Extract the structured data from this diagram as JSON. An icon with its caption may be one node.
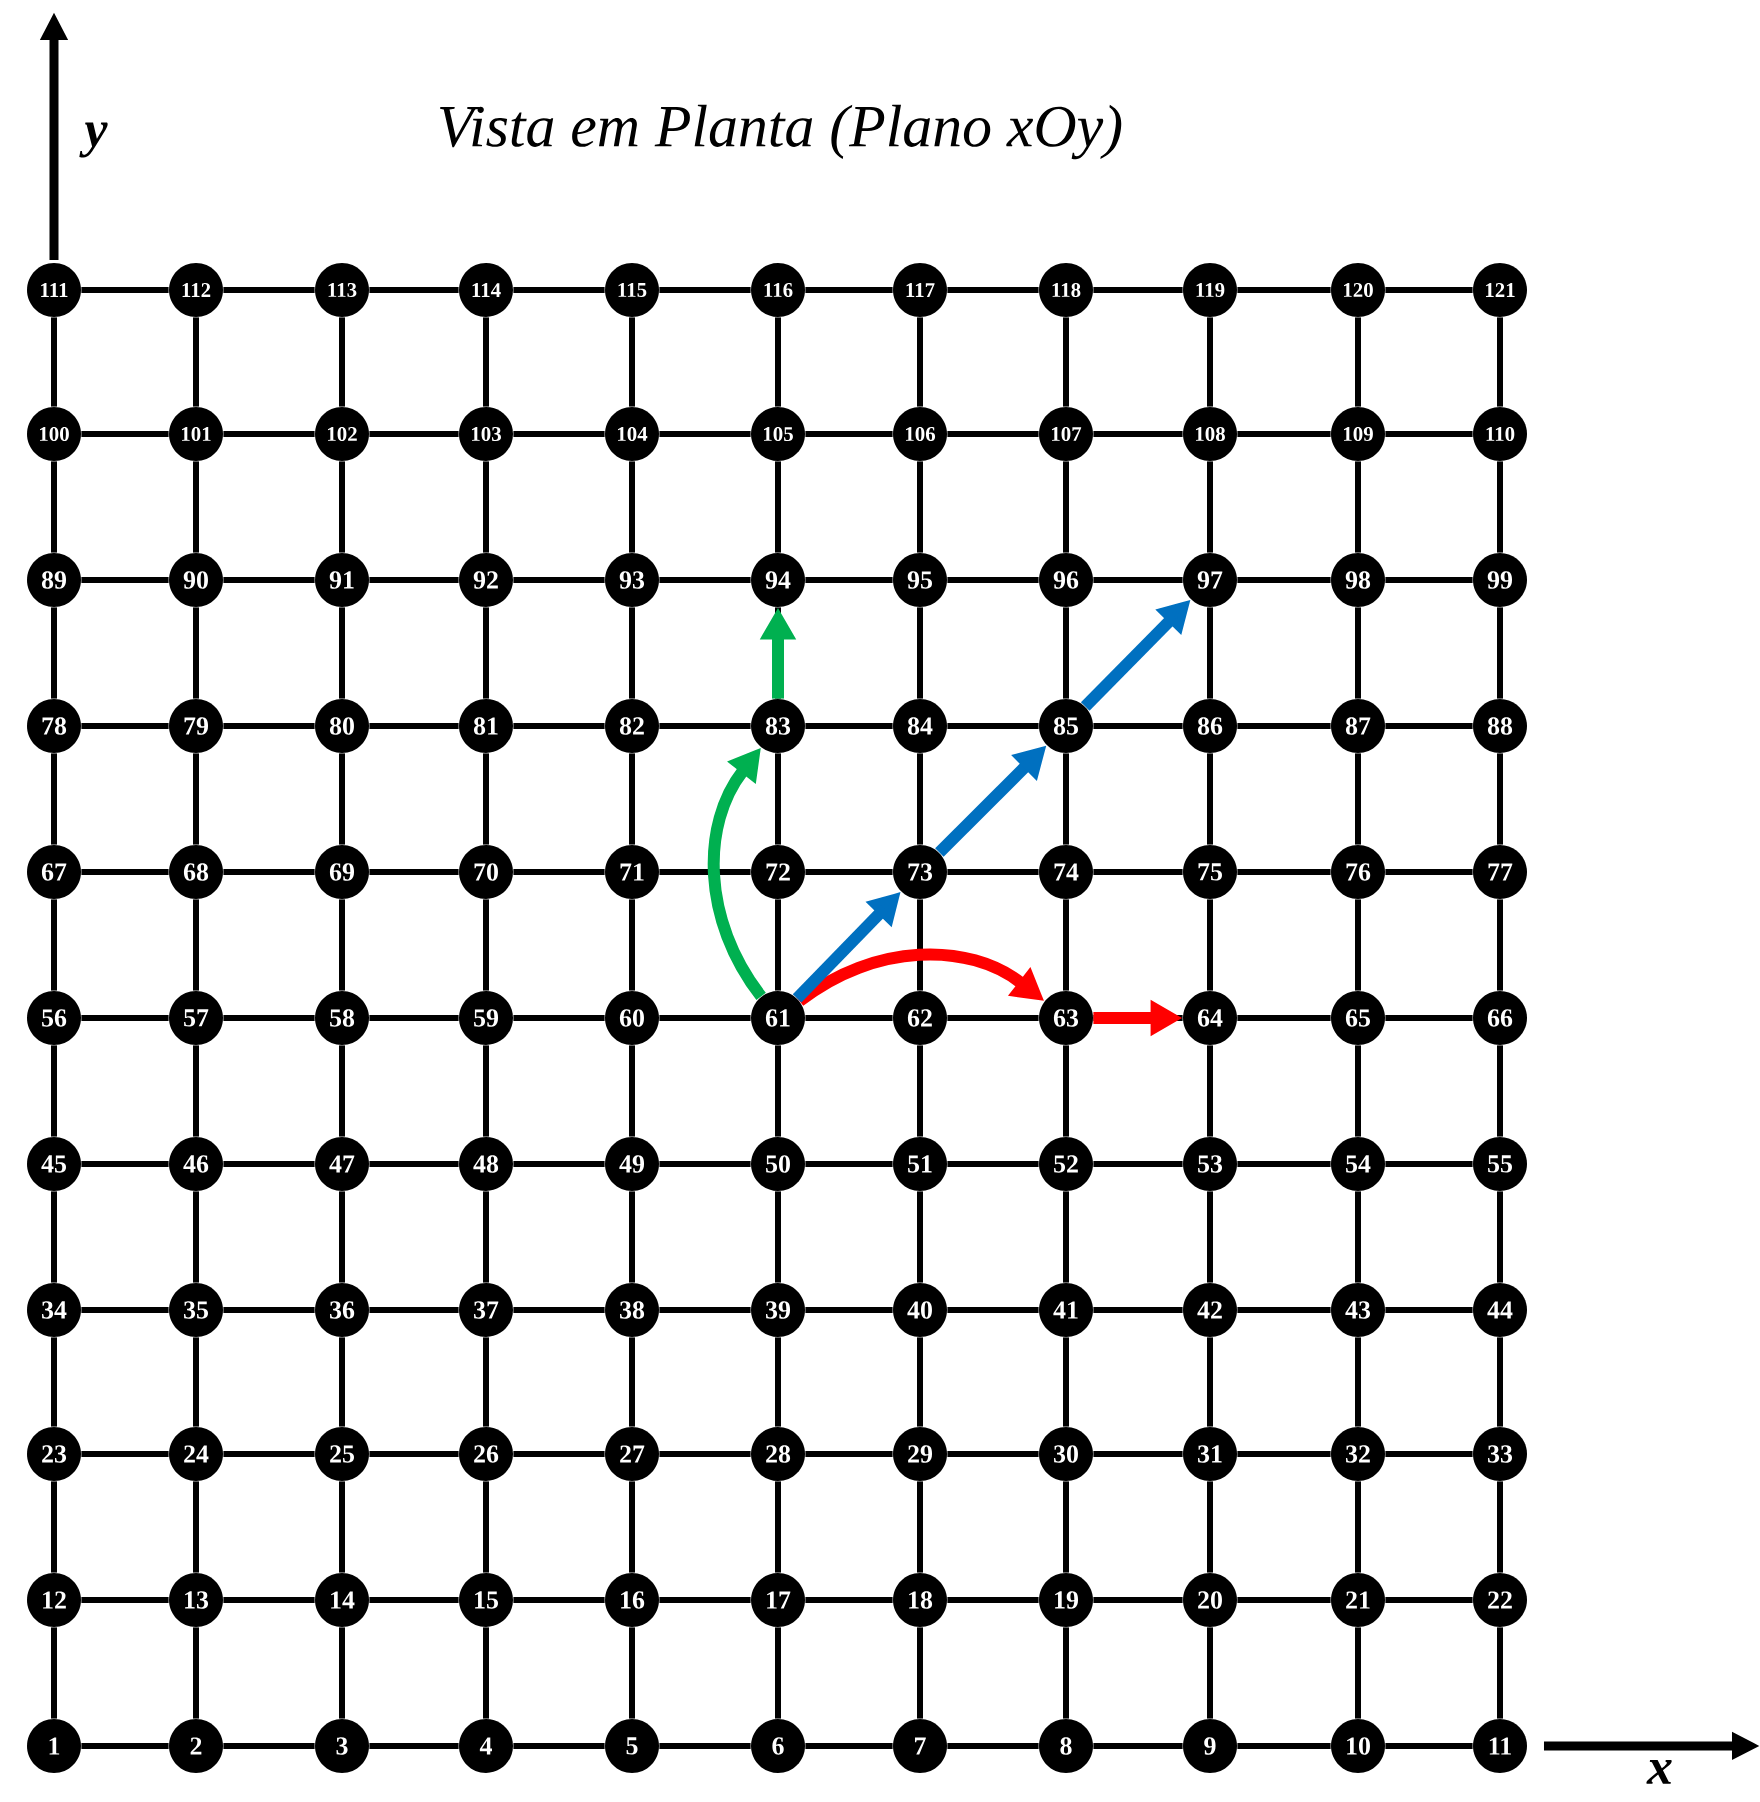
{
  "diagram": {
    "title": "Vista em Planta (Plano xOy)",
    "nodes": [
      {
        "text": [
          "1"
        ]
      },
      {
        "text": [
          "2"
        ]
      },
      {
        "text": [
          "3"
        ]
      },
      {
        "text": [
          "4"
        ]
      },
      {
        "text": [
          "5"
        ]
      },
      {
        "text": [
          "6"
        ]
      },
      {
        "text": [
          "7"
        ]
      },
      {
        "text": [
          "8"
        ]
      },
      {
        "text": [
          "9"
        ]
      },
      {
        "text": [
          "10"
        ]
      },
      {
        "text": [
          "11"
        ]
      },
      {
        "text": [
          "12"
        ]
      },
      {
        "text": [
          "13"
        ]
      },
      {
        "text": [
          "14"
        ]
      },
      {
        "text": [
          "15"
        ]
      },
      {
        "text": [
          "16"
        ]
      },
      {
        "text": [
          "17"
        ]
      },
      {
        "text": [
          "18"
        ]
      },
      {
        "text": [
          "19"
        ]
      },
      {
        "text": [
          "20"
        ]
      },
      {
        "text": [
          "21"
        ]
      },
      {
        "text": [
          "22"
        ]
      },
      {
        "text": [
          "23"
        ]
      },
      {
        "text": [
          "24"
        ]
      },
      {
        "text": [
          "25"
        ]
      },
      {
        "text": [
          "26"
        ]
      },
      {
        "text": [
          "27"
        ]
      },
      {
        "text": [
          "28"
        ]
      },
      {
        "text": [
          "29"
        ]
      },
      {
        "text": [
          "30"
        ]
      },
      {
        "text": [
          "31"
        ]
      },
      {
        "text": [
          "32"
        ]
      },
      {
        "text": [
          "33"
        ]
      },
      {
        "text": [
          "34"
        ]
      },
      {
        "text": [
          "35"
        ]
      },
      {
        "text": [
          "36"
        ]
      },
      {
        "text": [
          "37"
        ]
      },
      {
        "text": [
          "38"
        ]
      },
      {
        "text": [
          "39"
        ]
      },
      {
        "text": [
          "40"
        ]
      },
      {
        "text": [
          "41"
        ]
      },
      {
        "text": [
          "42"
        ]
      },
      {
        "text": [
          "43"
        ]
      },
      {
        "text": [
          "44"
        ]
      },
      {
        "text": [
          "45"
        ]
      },
      {
        "text": [
          "46"
        ]
      },
      {
        "text": [
          "47"
        ]
      },
      {
        "text": [
          "48"
        ]
      },
      {
        "text": [
          "49"
        ]
      },
      {
        "text": [
          "50"
        ]
      },
      {
        "text": [
          "51"
        ]
      },
      {
        "text": [
          "52"
        ]
      },
      {
        "text": [
          "53"
        ]
      },
      {
        "text": [
          "54"
        ]
      },
      {
        "text": [
          "55"
        ]
      },
      {
        "text": [
          "56"
        ]
      },
      {
        "text": [
          "57"
        ]
      },
      {
        "text": [
          "58"
        ]
      },
      {
        "text": [
          "59"
        ]
      },
      {
        "text": [
          "60"
        ]
      },
      {
        "text": [
          "61"
        ]
      },
      {
        "text": [
          "62"
        ]
      },
      {
        "text": [
          "63"
        ]
      },
      {
        "text": [
          "64"
        ]
      },
      {
        "text": [
          "65"
        ]
      },
      {
        "text": [
          "66"
        ]
      },
      {
        "text": [
          "67"
        ]
      },
      {
        "text": [
          "68"
        ]
      },
      {
        "text": [
          "69"
        ]
      },
      {
        "text": [
          "70"
        ]
      },
      {
        "text": [
          "71"
        ]
      },
      {
        "text": [
          "72"
        ]
      },
      {
        "text": [
          "73"
        ]
      },
      {
        "text": [
          "74"
        ]
      },
      {
        "text": [
          "75"
        ]
      },
      {
        "text": [
          "76"
        ]
      },
      {
        "text": [
          "77"
        ]
      },
      {
        "text": [
          "78"
        ]
      },
      {
        "text": [
          "79"
        ]
      },
      {
        "text": [
          "80"
        ]
      },
      {
        "text": [
          "81"
        ]
      },
      {
        "text": [
          "82"
        ]
      },
      {
        "text": [
          "83"
        ]
      },
      {
        "text": [
          "84"
        ]
      },
      {
        "text": [
          "85"
        ]
      },
      {
        "text": [
          "86"
        ]
      },
      {
        "text": [
          "87"
        ]
      },
      {
        "text": [
          "88"
        ]
      },
      {
        "text": [
          "89"
        ]
      },
      {
        "text": [
          "90"
        ]
      },
      {
        "text": [
          "91"
        ]
      },
      {
        "text": [
          "92"
        ]
      },
      {
        "text": [
          "93"
        ]
      },
      {
        "text": [
          "94"
        ]
      },
      {
        "text": [
          "95"
        ]
      },
      {
        "text": [
          "96"
        ]
      },
      {
        "text": [
          "97"
        ]
      },
      {
        "text": [
          "98"
        ]
      },
      {
        "text": [
          "99"
        ]
      },
      {
        "text": [
          "100"
        ]
      },
      {
        "text": [
          "101"
        ]
      },
      {
        "text": [
          "102"
        ]
      },
      {
        "text": [
          "103"
        ]
      },
      {
        "text": [
          "104"
        ]
      },
      {
        "text": [
          "105"
        ]
      },
      {
        "text": [
          "106"
        ]
      },
      {
        "text": [
          "107"
        ]
      },
      {
        "text": [
          "108"
        ]
      },
      {
        "text": [
          "109"
        ]
      },
      {
        "text": [
          "110"
        ]
      },
      {
        "text": [
          "111"
        ]
      },
      {
        "text": [
          "112"
        ]
      },
      {
        "text": [
          "113"
        ]
      },
      {
        "text": [
          "114"
        ]
      },
      {
        "text": [
          "115"
        ]
      },
      {
        "text": [
          "116"
        ]
      },
      {
        "text": [
          "117"
        ]
      },
      {
        "text": [
          "118"
        ]
      },
      {
        "text": [
          "119"
        ]
      },
      {
        "text": [
          "120"
        ]
      },
      {
        "text": [
          "121"
        ]
      }
    ],
    "edges": [
      {
        "from": 0,
        "to": 1,
        "arrow": "none"
      },
      {
        "from": 1,
        "to": 2,
        "arrow": "none"
      },
      {
        "from": 2,
        "to": 3,
        "arrow": "none"
      },
      {
        "from": 3,
        "to": 4,
        "arrow": "none"
      },
      {
        "from": 4,
        "to": 5,
        "arrow": "none"
      },
      {
        "from": 5,
        "to": 6,
        "arrow": "none"
      },
      {
        "from": 6,
        "to": 7,
        "arrow": "none"
      },
      {
        "from": 7,
        "to": 8,
        "arrow": "none"
      },
      {
        "from": 8,
        "to": 9,
        "arrow": "none"
      },
      {
        "from": 9,
        "to": 10,
        "arrow": "none"
      },
      {
        "from": 11,
        "to": 12,
        "arrow": "none"
      },
      {
        "from": 12,
        "to": 13,
        "arrow": "none"
      },
      {
        "from": 13,
        "to": 14,
        "arrow": "none"
      },
      {
        "from": 14,
        "to": 15,
        "arrow": "none"
      },
      {
        "from": 15,
        "to": 16,
        "arrow": "none"
      },
      {
        "from": 16,
        "to": 17,
        "arrow": "none"
      },
      {
        "from": 17,
        "to": 18,
        "arrow": "none"
      },
      {
        "from": 18,
        "to": 19,
        "arrow": "none"
      },
      {
        "from": 19,
        "to": 20,
        "arrow": "none"
      },
      {
        "from": 20,
        "to": 21,
        "arrow": "none"
      },
      {
        "from": 22,
        "to": 23,
        "arrow": "none"
      },
      {
        "from": 23,
        "to": 24,
        "arrow": "none"
      },
      {
        "from": 24,
        "to": 25,
        "arrow": "none"
      },
      {
        "from": 25,
        "to": 26,
        "arrow": "none"
      },
      {
        "from": 26,
        "to": 27,
        "arrow": "none"
      },
      {
        "from": 27,
        "to": 28,
        "arrow": "none"
      },
      {
        "from": 28,
        "to": 29,
        "arrow": "none"
      },
      {
        "from": 29,
        "to": 30,
        "arrow": "none"
      },
      {
        "from": 30,
        "to": 31,
        "arrow": "none"
      },
      {
        "from": 31,
        "to": 32,
        "arrow": "none"
      },
      {
        "from": 33,
        "to": 34,
        "arrow": "none"
      },
      {
        "from": 34,
        "to": 35,
        "arrow": "none"
      },
      {
        "from": 35,
        "to": 36,
        "arrow": "none"
      },
      {
        "from": 36,
        "to": 37,
        "arrow": "none"
      },
      {
        "from": 37,
        "to": 38,
        "arrow": "none"
      },
      {
        "from": 38,
        "to": 39,
        "arrow": "none"
      },
      {
        "from": 39,
        "to": 40,
        "arrow": "none"
      },
      {
        "from": 40,
        "to": 41,
        "arrow": "none"
      },
      {
        "from": 41,
        "to": 42,
        "arrow": "none"
      },
      {
        "from": 42,
        "to": 43,
        "arrow": "none"
      },
      {
        "from": 44,
        "to": 45,
        "arrow": "none"
      },
      {
        "from": 45,
        "to": 46,
        "arrow": "none"
      },
      {
        "from": 46,
        "to": 47,
        "arrow": "none"
      },
      {
        "from": 47,
        "to": 48,
        "arrow": "none"
      },
      {
        "from": 48,
        "to": 49,
        "arrow": "none"
      },
      {
        "from": 49,
        "to": 50,
        "arrow": "none"
      },
      {
        "from": 50,
        "to": 51,
        "arrow": "none"
      },
      {
        "from": 51,
        "to": 52,
        "arrow": "none"
      },
      {
        "from": 52,
        "to": 53,
        "arrow": "none"
      },
      {
        "from": 53,
        "to": 54,
        "arrow": "none"
      },
      {
        "from": 55,
        "to": 56,
        "arrow": "none"
      },
      {
        "from": 56,
        "to": 57,
        "arrow": "none"
      },
      {
        "from": 57,
        "to": 58,
        "arrow": "none"
      },
      {
        "from": 58,
        "to": 59,
        "arrow": "none"
      },
      {
        "from": 59,
        "to": 60,
        "arrow": "none"
      },
      {
        "from": 60,
        "to": 61,
        "arrow": "none"
      },
      {
        "from": 61,
        "to": 62,
        "arrow": "none"
      },
      {
        "from": 62,
        "to": 63,
        "arrow": "none"
      },
      {
        "from": 63,
        "to": 64,
        "arrow": "none"
      },
      {
        "from": 64,
        "to": 65,
        "arrow": "none"
      },
      {
        "from": 66,
        "to": 67,
        "arrow": "none"
      },
      {
        "from": 67,
        "to": 68,
        "arrow": "none"
      },
      {
        "from": 68,
        "to": 69,
        "arrow": "none"
      },
      {
        "from": 69,
        "to": 70,
        "arrow": "none"
      },
      {
        "from": 70,
        "to": 71,
        "arrow": "none"
      },
      {
        "from": 71,
        "to": 72,
        "arrow": "none"
      },
      {
        "from": 72,
        "to": 73,
        "arrow": "none"
      },
      {
        "from": 73,
        "to": 74,
        "arrow": "none"
      },
      {
        "from": 74,
        "to": 75,
        "arrow": "none"
      },
      {
        "from": 75,
        "to": 76,
        "arrow": "none"
      },
      {
        "from": 77,
        "to": 78,
        "arrow": "none"
      },
      {
        "from": 78,
        "to": 79,
        "arrow": "none"
      },
      {
        "from": 79,
        "to": 80,
        "arrow": "none"
      },
      {
        "from": 80,
        "to": 81,
        "arrow": "none"
      },
      {
        "from": 81,
        "to": 82,
        "arrow": "none"
      },
      {
        "from": 82,
        "to": 83,
        "arrow": "none"
      },
      {
        "from": 83,
        "to": 84,
        "arrow": "none"
      },
      {
        "from": 84,
        "to": 85,
        "arrow": "none"
      },
      {
        "from": 85,
        "to": 86,
        "arrow": "none"
      },
      {
        "from": 86,
        "to": 87,
        "arrow": "none"
      },
      {
        "from": 88,
        "to": 89,
        "arrow": "none"
      },
      {
        "from": 89,
        "to": 90,
        "arrow": "none"
      },
      {
        "from": 90,
        "to": 91,
        "arrow": "none"
      },
      {
        "from": 91,
        "to": 92,
        "arrow": "none"
      },
      {
        "from": 92,
        "to": 93,
        "arrow": "none"
      },
      {
        "from": 93,
        "to": 94,
        "arrow": "none"
      },
      {
        "from": 94,
        "to": 95,
        "arrow": "none"
      },
      {
        "from": 95,
        "to": 96,
        "arrow": "none"
      },
      {
        "from": 96,
        "to": 97,
        "arrow": "none"
      },
      {
        "from": 97,
        "to": 98,
        "arrow": "none"
      },
      {
        "from": 99,
        "to": 100,
        "arrow": "none"
      },
      {
        "from": 100,
        "to": 101,
        "arrow": "none"
      },
      {
        "from": 101,
        "to": 102,
        "arrow": "none"
      },
      {
        "from": 102,
        "to": 103,
        "arrow": "none"
      },
      {
        "from": 103,
        "to": 104,
        "arrow": "none"
      },
      {
        "from": 104,
        "to": 105,
        "arrow": "none"
      },
      {
        "from": 105,
        "to": 106,
        "arrow": "none"
      },
      {
        "from": 106,
        "to": 107,
        "arrow": "none"
      },
      {
        "from": 107,
        "to": 108,
        "arrow": "none"
      },
      {
        "from": 108,
        "to": 109,
        "arrow": "none"
      },
      {
        "from": 110,
        "to": 111,
        "arrow": "none"
      },
      {
        "from": 111,
        "to": 112,
        "arrow": "none"
      },
      {
        "from": 112,
        "to": 113,
        "arrow": "none"
      },
      {
        "from": 113,
        "to": 114,
        "arrow": "none"
      },
      {
        "from": 114,
        "to": 115,
        "arrow": "none"
      },
      {
        "from": 115,
        "to": 116,
        "arrow": "none"
      },
      {
        "from": 116,
        "to": 117,
        "arrow": "none"
      },
      {
        "from": 117,
        "to": 118,
        "arrow": "none"
      },
      {
        "from": 118,
        "to": 119,
        "arrow": "none"
      },
      {
        "from": 119,
        "to": 120,
        "arrow": "none"
      },
      {
        "from": 0,
        "to": 11,
        "arrow": "none"
      },
      {
        "from": 1,
        "to": 12,
        "arrow": "none"
      },
      {
        "from": 2,
        "to": 13,
        "arrow": "none"
      },
      {
        "from": 3,
        "to": 14,
        "arrow": "none"
      },
      {
        "from": 4,
        "to": 15,
        "arrow": "none"
      },
      {
        "from": 5,
        "to": 16,
        "arrow": "none"
      },
      {
        "from": 6,
        "to": 17,
        "arrow": "none"
      },
      {
        "from": 7,
        "to": 18,
        "arrow": "none"
      },
      {
        "from": 8,
        "to": 19,
        "arrow": "none"
      },
      {
        "from": 9,
        "to": 20,
        "arrow": "none"
      },
      {
        "from": 10,
        "to": 21,
        "arrow": "none"
      },
      {
        "from": 11,
        "to": 22,
        "arrow": "none"
      },
      {
        "from": 12,
        "to": 23,
        "arrow": "none"
      },
      {
        "from": 13,
        "to": 24,
        "arrow": "none"
      },
      {
        "from": 14,
        "to": 25,
        "arrow": "none"
      },
      {
        "from": 15,
        "to": 26,
        "arrow": "none"
      },
      {
        "from": 16,
        "to": 27,
        "arrow": "none"
      },
      {
        "from": 17,
        "to": 28,
        "arrow": "none"
      },
      {
        "from": 18,
        "to": 29,
        "arrow": "none"
      },
      {
        "from": 19,
        "to": 30,
        "arrow": "none"
      },
      {
        "from": 20,
        "to": 31,
        "arrow": "none"
      },
      {
        "from": 21,
        "to": 32,
        "arrow": "none"
      },
      {
        "from": 22,
        "to": 33,
        "arrow": "none"
      },
      {
        "from": 23,
        "to": 34,
        "arrow": "none"
      },
      {
        "from": 24,
        "to": 35,
        "arrow": "none"
      },
      {
        "from": 25,
        "to": 36,
        "arrow": "none"
      },
      {
        "from": 26,
        "to": 37,
        "arrow": "none"
      },
      {
        "from": 27,
        "to": 38,
        "arrow": "none"
      },
      {
        "from": 28,
        "to": 39,
        "arrow": "none"
      },
      {
        "from": 29,
        "to": 40,
        "arrow": "none"
      },
      {
        "from": 30,
        "to": 41,
        "arrow": "none"
      },
      {
        "from": 31,
        "to": 42,
        "arrow": "none"
      },
      {
        "from": 32,
        "to": 43,
        "arrow": "none"
      },
      {
        "from": 33,
        "to": 44,
        "arrow": "none"
      },
      {
        "from": 34,
        "to": 45,
        "arrow": "none"
      },
      {
        "from": 35,
        "to": 46,
        "arrow": "none"
      },
      {
        "from": 36,
        "to": 47,
        "arrow": "none"
      },
      {
        "from": 37,
        "to": 48,
        "arrow": "none"
      },
      {
        "from": 38,
        "to": 49,
        "arrow": "none"
      },
      {
        "from": 39,
        "to": 50,
        "arrow": "none"
      },
      {
        "from": 40,
        "to": 51,
        "arrow": "none"
      },
      {
        "from": 41,
        "to": 52,
        "arrow": "none"
      },
      {
        "from": 42,
        "to": 53,
        "arrow": "none"
      },
      {
        "from": 43,
        "to": 54,
        "arrow": "none"
      },
      {
        "from": 44,
        "to": 55,
        "arrow": "none"
      },
      {
        "from": 45,
        "to": 56,
        "arrow": "none"
      },
      {
        "from": 46,
        "to": 57,
        "arrow": "none"
      },
      {
        "from": 47,
        "to": 58,
        "arrow": "none"
      },
      {
        "from": 48,
        "to": 59,
        "arrow": "none"
      },
      {
        "from": 49,
        "to": 60,
        "arrow": "none"
      },
      {
        "from": 50,
        "to": 61,
        "arrow": "none"
      },
      {
        "from": 51,
        "to": 62,
        "arrow": "none"
      },
      {
        "from": 52,
        "to": 63,
        "arrow": "none"
      },
      {
        "from": 53,
        "to": 64,
        "arrow": "none"
      },
      {
        "from": 54,
        "to": 65,
        "arrow": "none"
      },
      {
        "from": 55,
        "to": 66,
        "arrow": "none"
      },
      {
        "from": 56,
        "to": 67,
        "arrow": "none"
      },
      {
        "from": 57,
        "to": 68,
        "arrow": "none"
      },
      {
        "from": 58,
        "to": 69,
        "arrow": "none"
      },
      {
        "from": 59,
        "to": 70,
        "arrow": "none"
      },
      {
        "from": 60,
        "to": 71,
        "arrow": "none"
      },
      {
        "from": 61,
        "to": 72,
        "arrow": "none"
      },
      {
        "from": 62,
        "to": 73,
        "arrow": "none"
      },
      {
        "from": 63,
        "to": 74,
        "arrow": "none"
      },
      {
        "from": 64,
        "to": 75,
        "arrow": "none"
      },
      {
        "from": 65,
        "to": 76,
        "arrow": "none"
      },
      {
        "from": 66,
        "to": 77,
        "arrow": "none"
      },
      {
        "from": 67,
        "to": 78,
        "arrow": "none"
      },
      {
        "from": 68,
        "to": 79,
        "arrow": "none"
      },
      {
        "from": 69,
        "to": 80,
        "arrow": "none"
      },
      {
        "from": 70,
        "to": 81,
        "arrow": "none"
      },
      {
        "from": 71,
        "to": 82,
        "arrow": "none"
      },
      {
        "from": 72,
        "to": 83,
        "arrow": "none"
      },
      {
        "from": 73,
        "to": 84,
        "arrow": "none"
      },
      {
        "from": 74,
        "to": 85,
        "arrow": "none"
      },
      {
        "from": 75,
        "to": 86,
        "arrow": "none"
      },
      {
        "from": 76,
        "to": 87,
        "arrow": "none"
      },
      {
        "from": 77,
        "to": 88,
        "arrow": "none"
      },
      {
        "from": 78,
        "to": 89,
        "arrow": "none"
      },
      {
        "from": 79,
        "to": 90,
        "arrow": "none"
      },
      {
        "from": 80,
        "to": 91,
        "arrow": "none"
      },
      {
        "from": 81,
        "to": 92,
        "arrow": "none"
      },
      {
        "from": 82,
        "to": 93,
        "arrow": "none"
      },
      {
        "from": 83,
        "to": 94,
        "arrow": "none"
      },
      {
        "from": 84,
        "to": 95,
        "arrow": "none"
      },
      {
        "from": 85,
        "to": 96,
        "arrow": "none"
      },
      {
        "from": 86,
        "to": 97,
        "arrow": "none"
      },
      {
        "from": 87,
        "to": 98,
        "arrow": "none"
      },
      {
        "from": 88,
        "to": 99,
        "arrow": "none"
      },
      {
        "from": 89,
        "to": 100,
        "arrow": "none"
      },
      {
        "from": 90,
        "to": 101,
        "arrow": "none"
      },
      {
        "from": 91,
        "to": 102,
        "arrow": "none"
      },
      {
        "from": 92,
        "to": 103,
        "arrow": "none"
      },
      {
        "from": 93,
        "to": 104,
        "arrow": "none"
      },
      {
        "from": 94,
        "to": 105,
        "arrow": "none"
      },
      {
        "from": 95,
        "to": 106,
        "arrow": "none"
      },
      {
        "from": 96,
        "to": 107,
        "arrow": "none"
      },
      {
        "from": 97,
        "to": 108,
        "arrow": "none"
      },
      {
        "from": 98,
        "to": 109,
        "arrow": "none"
      },
      {
        "from": 99,
        "to": 110,
        "arrow": "none"
      },
      {
        "from": 100,
        "to": 111,
        "arrow": "none"
      },
      {
        "from": 101,
        "to": 112,
        "arrow": "none"
      },
      {
        "from": 102,
        "to": 113,
        "arrow": "none"
      },
      {
        "from": 103,
        "to": 114,
        "arrow": "none"
      },
      {
        "from": 104,
        "to": 115,
        "arrow": "none"
      },
      {
        "from": 105,
        "to": 116,
        "arrow": "none"
      },
      {
        "from": 106,
        "to": 117,
        "arrow": "none"
      },
      {
        "from": 107,
        "to": 118,
        "arrow": "none"
      },
      {
        "from": 108,
        "to": 119,
        "arrow": "none"
      },
      {
        "from": 109,
        "to": 120,
        "arrow": "none"
      },
      {
        "from": 60,
        "to": 82,
        "arrow": "to",
        "style": "thick",
        "color": "#00b050"
      },
      {
        "from": 82,
        "to": 93,
        "arrow": "to",
        "style": "thick",
        "color": "#00b050"
      },
      {
        "from": 60,
        "to": 62,
        "arrow": "to",
        "style": "thick",
        "color": "#ff0000"
      },
      {
        "from": 62,
        "to": 63,
        "arrow": "to",
        "style": "thick",
        "color": "#ff0000"
      },
      {
        "from": 60,
        "to": 72,
        "arrow": "to",
        "style": "thick",
        "color": "#0070c0"
      },
      {
        "from": 72,
        "to": 84,
        "arrow": "to",
        "style": "thick",
        "color": "#0070c0"
      },
      {
        "from": 84,
        "to": 96,
        "arrow": "to",
        "style": "thick",
        "color": "#0070c0"
      }
    ],
    "labels": [
      "y",
      "x"
    ]
  }
}
